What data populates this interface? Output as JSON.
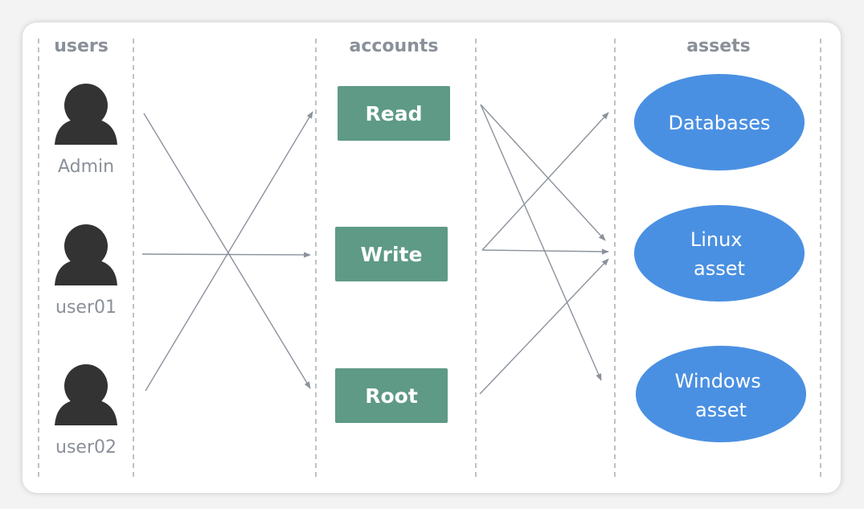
{
  "columns": {
    "users": "users",
    "accounts": "accounts",
    "assets": "assets"
  },
  "users": [
    {
      "label": "Admin"
    },
    {
      "label": "user01"
    },
    {
      "label": "user02"
    }
  ],
  "accounts": [
    {
      "label": "Read"
    },
    {
      "label": "Write"
    },
    {
      "label": "Root"
    }
  ],
  "assets": [
    {
      "lines": [
        "Databases"
      ]
    },
    {
      "lines": [
        "Linux",
        "asset"
      ]
    },
    {
      "lines": [
        "Windows",
        "asset"
      ]
    }
  ],
  "colors": {
    "account_fill": "#5e9a85",
    "asset_fill": "#4a90e2",
    "user_icon": "#333333",
    "text_muted": "#8a9099",
    "connector": "#8b929c"
  }
}
